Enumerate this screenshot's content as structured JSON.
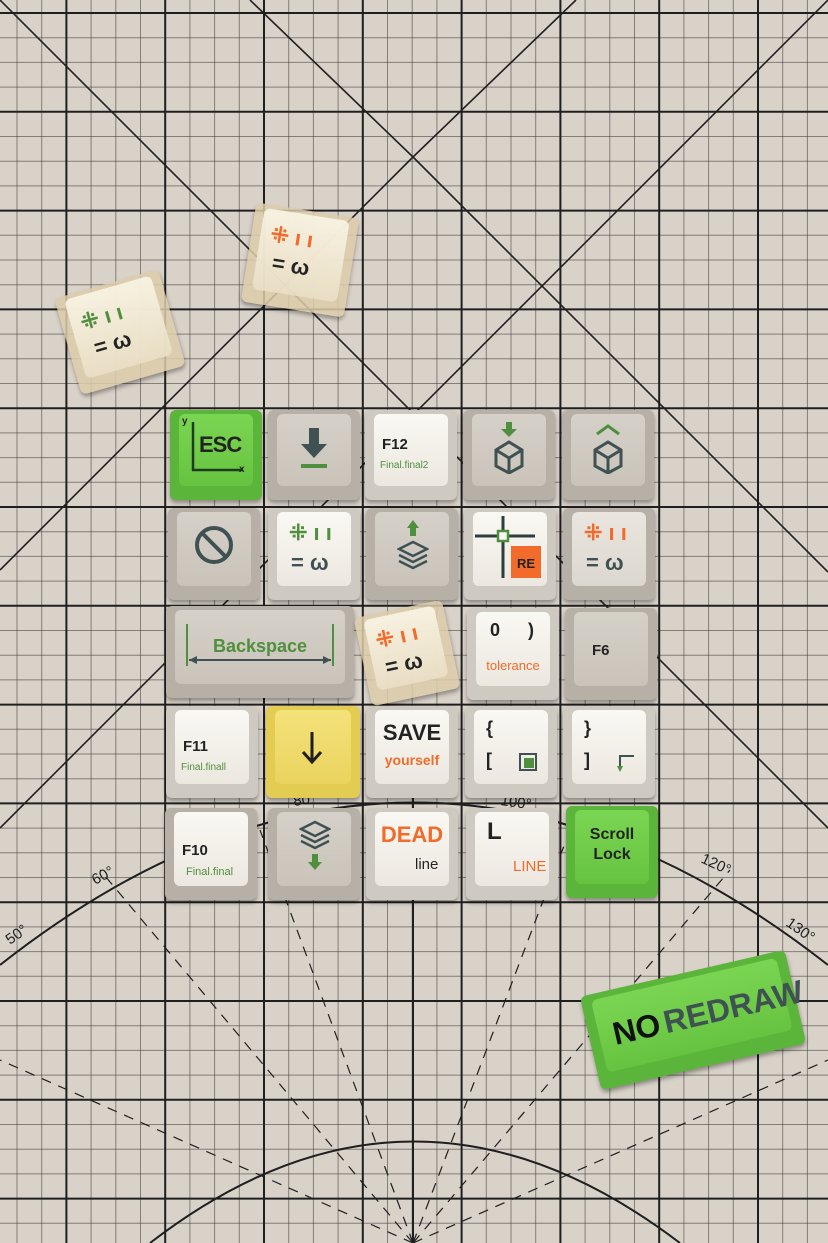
{
  "colors": {
    "mat": "#d9d2c9",
    "grid": "#1f1f1f",
    "accent_green": "#6cc744",
    "accent_orange": "#f26b2a",
    "accent_yellow": "#eed65d",
    "legend_slate": "#3f5152"
  },
  "protractor": {
    "labels": [
      "50°",
      "60°",
      "80",
      "100°",
      "120°",
      "130°"
    ]
  },
  "keys": {
    "esc": {
      "text": "ESC",
      "axis_y": "y",
      "axis_x": "x"
    },
    "download": {
      "icon": "download-arrow-icon"
    },
    "f12": {
      "name": "F12",
      "sub": "Final.final2"
    },
    "cube_down": {
      "icon": "cube-down-icon"
    },
    "cube_up": {
      "icon": "cube-up-icon"
    },
    "cancel": {
      "icon": "prohibited-icon"
    },
    "symbols": {
      "top": "⁜ ı ı",
      "bottom": "= ω"
    },
    "layers_up": {
      "icon": "layers-up-icon"
    },
    "regen": {
      "text": "RE",
      "icon": "crosshair-icon"
    },
    "symbols_orange": {
      "top": "⁜ ı ı",
      "bottom": "= ω"
    },
    "backspace": {
      "text": "Backspace"
    },
    "symbols_clear": {
      "top": "⁜ ı ı",
      "bottom": "= ω"
    },
    "tolerance": {
      "top_left": "0",
      "top_right": ")",
      "text": "tolerance"
    },
    "f6": {
      "name": "F6"
    },
    "f11": {
      "name": "F11",
      "sub": "Final.finall"
    },
    "arrow_down": {
      "icon": "arrow-down-icon"
    },
    "save": {
      "text": "SAVE",
      "sub": "yourself"
    },
    "brace_open": {
      "top": "{",
      "bottom": "["
    },
    "brace_close": {
      "top": "}",
      "bottom": "]"
    },
    "f10": {
      "name": "F10",
      "sub": "Final.final"
    },
    "layers_down": {
      "icon": "layers-down-icon"
    },
    "dead": {
      "text": "DEAD",
      "sub": "line"
    },
    "line": {
      "top": "L",
      "sub": "LINE"
    },
    "scroll_lock": {
      "line1": "Scroll",
      "line2": "Lock"
    },
    "no_redraw": {
      "part1": "NO",
      "part2": "REDRAW"
    },
    "loose1": {
      "top": "⁜ ı ı",
      "bottom": "= ω"
    },
    "loose2": {
      "top": "⁜ ı ı",
      "bottom": "= ω"
    }
  }
}
